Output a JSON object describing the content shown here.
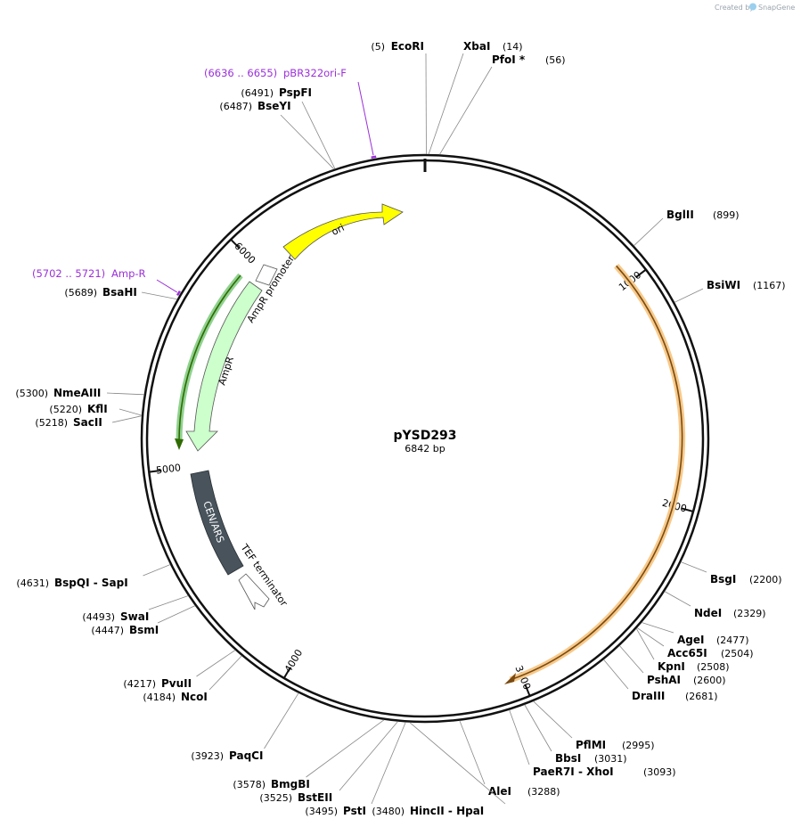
{
  "plasmid": {
    "name": "pYSD293",
    "length_label": "6842 bp",
    "length": 6842
  },
  "credit": {
    "prefix": "Created by",
    "brand": "SnapGene"
  },
  "ticks": [
    {
      "pos": 1000,
      "label": "1000"
    },
    {
      "pos": 2000,
      "label": "2000"
    },
    {
      "pos": 3000,
      "label": "3000"
    },
    {
      "pos": 4000,
      "label": "4000"
    },
    {
      "pos": 5000,
      "label": "5000"
    },
    {
      "pos": 6000,
      "label": "6000"
    }
  ],
  "sites": [
    {
      "name": "EcoRI",
      "pos_label": "(5)",
      "pos": 5
    },
    {
      "name": "XbaI",
      "pos_label": "(14)",
      "pos": 14
    },
    {
      "name": "PfoI *",
      "pos_label": "(56)",
      "pos": 56
    },
    {
      "name": "BglII",
      "pos_label": "(899)",
      "pos": 899
    },
    {
      "name": "BsiWI",
      "pos_label": "(1167)",
      "pos": 1167
    },
    {
      "name": "BsgI",
      "pos_label": "(2200)",
      "pos": 2200
    },
    {
      "name": "NdeI",
      "pos_label": "(2329)",
      "pos": 2329
    },
    {
      "name": "AgeI",
      "pos_label": "(2477)",
      "pos": 2477
    },
    {
      "name": "Acc65I",
      "pos_label": "(2504)",
      "pos": 2504
    },
    {
      "name": "KpnI",
      "pos_label": "(2508)",
      "pos": 2508
    },
    {
      "name": "PshAI",
      "pos_label": "(2600)",
      "pos": 2600
    },
    {
      "name": "DraIII",
      "pos_label": "(2681)",
      "pos": 2681
    },
    {
      "name": "PflMI",
      "pos_label": "(2995)",
      "pos": 2995
    },
    {
      "name": "BbsI",
      "pos_label": "(3031)",
      "pos": 3031
    },
    {
      "name": "PaeR7I  - XhoI",
      "pos_label": "(3093)",
      "pos": 3093
    },
    {
      "name": "AleI",
      "pos_label": "(3288)",
      "pos": 3288
    },
    {
      "name": "HincII  - HpaI",
      "pos_label": "(3480)",
      "pos": 3480
    },
    {
      "name": "PstI",
      "pos_label": "(3495)",
      "pos": 3495
    },
    {
      "name": "BstEII",
      "pos_label": "(3525)",
      "pos": 3525
    },
    {
      "name": "BmgBI",
      "pos_label": "(3578)",
      "pos": 3578
    },
    {
      "name": "PaqCI",
      "pos_label": "(3923)",
      "pos": 3923
    },
    {
      "name": "NcoI",
      "pos_label": "(4184)",
      "pos": 4184
    },
    {
      "name": "PvuII",
      "pos_label": "(4217)",
      "pos": 4217
    },
    {
      "name": "BsmI",
      "pos_label": "(4447)",
      "pos": 4447
    },
    {
      "name": "SwaI",
      "pos_label": "(4493)",
      "pos": 4493
    },
    {
      "name": "BspQI  - SapI",
      "pos_label": "(4631)",
      "pos": 4631
    },
    {
      "name": "SacII",
      "pos_label": "(5218)",
      "pos": 5218
    },
    {
      "name": "KflI",
      "pos_label": "(5220)",
      "pos": 5220
    },
    {
      "name": "NmeAIII",
      "pos_label": "(5300)",
      "pos": 5300
    },
    {
      "name": "BsaHI",
      "pos_label": "(5689)",
      "pos": 5689
    },
    {
      "name": "BseYI",
      "pos_label": "(6487)",
      "pos": 6487
    },
    {
      "name": "PspFI",
      "pos_label": "(6491)",
      "pos": 6491
    }
  ],
  "primers": [
    {
      "range_label": "(6636 .. 6655)",
      "name": "pBR322ori-F",
      "start": 6636,
      "end": 6655
    },
    {
      "range_label": "(5702 .. 5721)",
      "name": "Amp-R",
      "start": 5702,
      "end": 5721
    }
  ],
  "features": [
    {
      "name": "ori",
      "color": "#ffff00"
    },
    {
      "name": "AmpR promoter",
      "color": "#ffffff"
    },
    {
      "name": "AmpR",
      "color": "#ccffcc"
    },
    {
      "name": "CEN/ARS",
      "color": "#48535c"
    },
    {
      "name": "TEF terminator",
      "color": "#ffffff"
    }
  ],
  "colors": {
    "primer": "#9b30d9",
    "orf_outer": "#f7c98a",
    "orf_inner": "#7a4a10",
    "ampr_orf": "#8fd18f",
    "ampr_orf_inner": "#2f6b00"
  }
}
